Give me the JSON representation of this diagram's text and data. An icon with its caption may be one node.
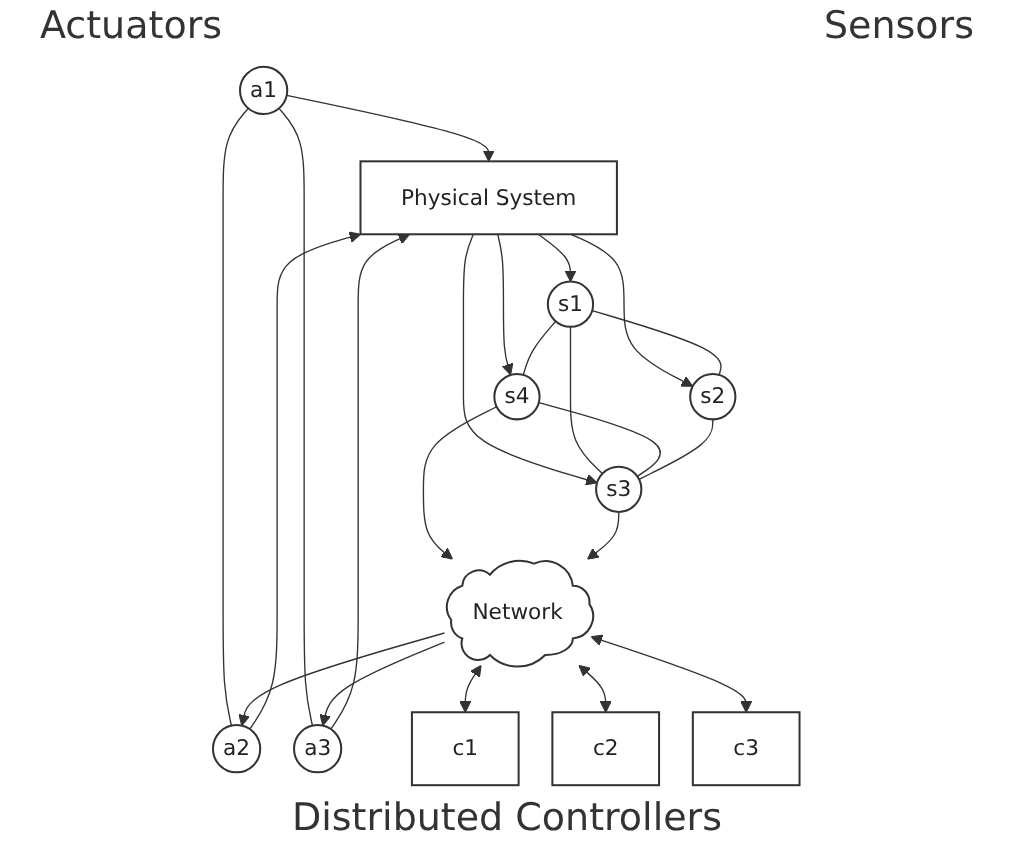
{
  "diagram": {
    "nodes": [
      {
        "text": [
          "a1"
        ]
      },
      {
        "text": [
          "a2"
        ]
      },
      {
        "text": [
          "a3"
        ]
      },
      {
        "text": [
          "Physical System"
        ]
      },
      {
        "text": [
          "s1"
        ]
      },
      {
        "text": [
          "s2"
        ]
      },
      {
        "text": [
          "s3"
        ]
      },
      {
        "text": [
          "s4"
        ]
      },
      {
        "text": [
          "Network"
        ]
      },
      {
        "text": [
          "c1"
        ]
      },
      {
        "text": [
          "c2"
        ]
      },
      {
        "text": [
          "c3"
        ]
      }
    ],
    "edges": [
      {
        "from": 0,
        "to": 3,
        "arrow": "to"
      },
      {
        "from": 1,
        "to": 3,
        "arrow": "to"
      },
      {
        "from": 2,
        "to": 3,
        "arrow": "to"
      },
      {
        "from": 0,
        "to": 1,
        "arrow": "none"
      },
      {
        "from": 0,
        "to": 2,
        "arrow": "none"
      },
      {
        "from": 3,
        "to": 4,
        "arrow": "to"
      },
      {
        "from": 3,
        "to": 5,
        "arrow": "to"
      },
      {
        "from": 3,
        "to": 6,
        "arrow": "to"
      },
      {
        "from": 3,
        "to": 7,
        "arrow": "to"
      },
      {
        "from": 4,
        "to": 5,
        "arrow": "none"
      },
      {
        "from": 4,
        "to": 6,
        "arrow": "none"
      },
      {
        "from": 4,
        "to": 7,
        "arrow": "none"
      },
      {
        "from": 7,
        "to": 6,
        "arrow": "none"
      },
      {
        "from": 5,
        "to": 6,
        "arrow": "none"
      },
      {
        "from": 7,
        "to": 8,
        "arrow": "to"
      },
      {
        "from": 6,
        "to": 8,
        "arrow": "to"
      },
      {
        "from": 8,
        "to": 1,
        "arrow": "to"
      },
      {
        "from": 8,
        "to": 2,
        "arrow": "to"
      },
      {
        "from": 8,
        "to": 9,
        "arrow": "both"
      },
      {
        "from": 8,
        "to": 10,
        "arrow": "both"
      },
      {
        "from": 8,
        "to": 11,
        "arrow": "both"
      }
    ],
    "labels": [
      "Actuators",
      "Sensors",
      "Distributed Controllers"
    ]
  }
}
